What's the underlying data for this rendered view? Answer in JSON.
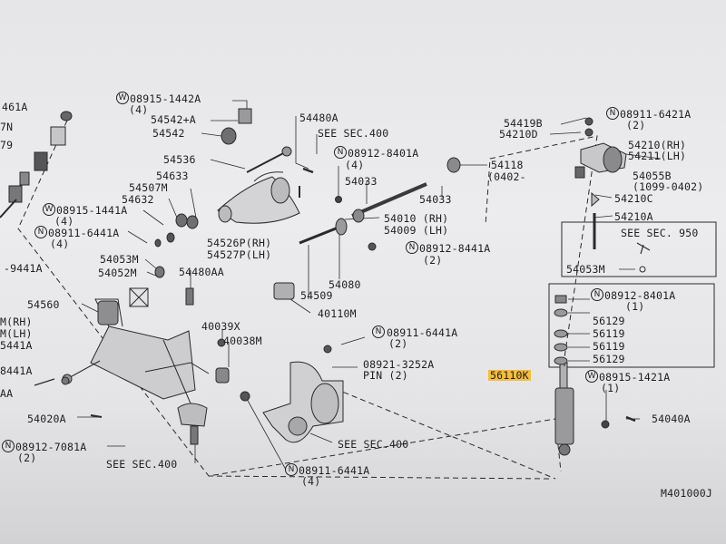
{
  "diagram_id": "M401000J",
  "highlight_part": "56110K",
  "labels": [
    {
      "id": "l01",
      "text": "08915-1442A",
      "badge": "W"
    },
    {
      "id": "l02",
      "text": "(4)"
    },
    {
      "id": "l03",
      "text": "54542+A"
    },
    {
      "id": "l04",
      "text": "54542"
    },
    {
      "id": "l05",
      "text": "54480A"
    },
    {
      "id": "l06",
      "text": "SEE SEC.400"
    },
    {
      "id": "l07",
      "text": "54536"
    },
    {
      "id": "l08",
      "text": "08912-8401A",
      "badge": "N"
    },
    {
      "id": "l09",
      "text": "(4)"
    },
    {
      "id": "l10",
      "text": "54633"
    },
    {
      "id": "l11",
      "text": "54507M"
    },
    {
      "id": "l12",
      "text": "54632"
    },
    {
      "id": "l13",
      "text": "08915-1441A",
      "badge": "W"
    },
    {
      "id": "l14",
      "text": "(4)"
    },
    {
      "id": "l15",
      "text": "08911-6441A",
      "badge": "N"
    },
    {
      "id": "l16",
      "text": "(4)"
    },
    {
      "id": "l17",
      "text": "54033"
    },
    {
      "id": "l18",
      "text": "54033"
    },
    {
      "id": "l19",
      "text": "54118"
    },
    {
      "id": "l20",
      "text": "(0402-"
    },
    {
      "id": "l21",
      "text": "54010 (RH)"
    },
    {
      "id": "l22",
      "text": "54009 (LH)"
    },
    {
      "id": "l23",
      "text": "54526P(RH)"
    },
    {
      "id": "l24",
      "text": "54527P(LH)"
    },
    {
      "id": "l25",
      "text": "08912-8441A",
      "badge": "N"
    },
    {
      "id": "l26",
      "text": "(2)"
    },
    {
      "id": "l27",
      "text": "54053M"
    },
    {
      "id": "l28",
      "text": "54052M"
    },
    {
      "id": "l29",
      "text": "54480AA"
    },
    {
      "id": "l30",
      "text": "54509"
    },
    {
      "id": "l31",
      "text": "54080"
    },
    {
      "id": "l32",
      "text": "40110M"
    },
    {
      "id": "l33",
      "text": "54560"
    },
    {
      "id": "l34",
      "text": "40039X"
    },
    {
      "id": "l35",
      "text": "40038M"
    },
    {
      "id": "l36",
      "text": "08911-6441A",
      "badge": "N"
    },
    {
      "id": "l37",
      "text": "(2)"
    },
    {
      "id": "l38",
      "text": "08921-3252A"
    },
    {
      "id": "l39",
      "text": "PIN (2)"
    },
    {
      "id": "l40",
      "text": "54020A"
    },
    {
      "id": "l41",
      "text": "08912-7081A",
      "badge": "N"
    },
    {
      "id": "l42",
      "text": "(2)"
    },
    {
      "id": "l43",
      "text": "SEE SEC.400"
    },
    {
      "id": "l44",
      "text": "SEE SEC.400"
    },
    {
      "id": "l45",
      "text": "08911-6441A",
      "badge": "N"
    },
    {
      "id": "l46",
      "text": "(4)"
    },
    {
      "id": "l47",
      "text": "54419B"
    },
    {
      "id": "l48",
      "text": "54210D"
    },
    {
      "id": "l49",
      "text": "08911-6421A",
      "badge": "N"
    },
    {
      "id": "l50",
      "text": "(2)"
    },
    {
      "id": "l51",
      "text": "54210(RH)"
    },
    {
      "id": "l52",
      "text": "54211(LH)"
    },
    {
      "id": "l53",
      "text": "54055B"
    },
    {
      "id": "l54",
      "text": "(1099-0402)"
    },
    {
      "id": "l55",
      "text": "54210C"
    },
    {
      "id": "l56",
      "text": "54210A"
    },
    {
      "id": "l57",
      "text": "SEE SEC. 950"
    },
    {
      "id": "l58",
      "text": "54053M"
    },
    {
      "id": "l59",
      "text": "08912-8401A",
      "badge": "N"
    },
    {
      "id": "l60",
      "text": "(1)"
    },
    {
      "id": "l61",
      "text": "56129"
    },
    {
      "id": "l62",
      "text": "56119"
    },
    {
      "id": "l63",
      "text": "56119"
    },
    {
      "id": "l64",
      "text": "56129"
    },
    {
      "id": "l65",
      "text": "56110K"
    },
    {
      "id": "l66",
      "text": "08915-1421A",
      "badge": "W"
    },
    {
      "id": "l67",
      "text": "(1)"
    },
    {
      "id": "l68",
      "text": "54040A"
    },
    {
      "id": "l69",
      "text": "M401000J"
    },
    {
      "id": "l70",
      "text": "461A"
    },
    {
      "id": "l71",
      "text": "7N"
    },
    {
      "id": "l72",
      "text": "79"
    },
    {
      "id": "l73",
      "text": "-9441A"
    },
    {
      "id": "l74",
      "text": "M(RH)"
    },
    {
      "id": "l75",
      "text": "M(LH)"
    },
    {
      "id": "l76",
      "text": "5441A"
    },
    {
      "id": "l77",
      "text": "8441A"
    },
    {
      "id": "l78",
      "text": "AA"
    }
  ]
}
